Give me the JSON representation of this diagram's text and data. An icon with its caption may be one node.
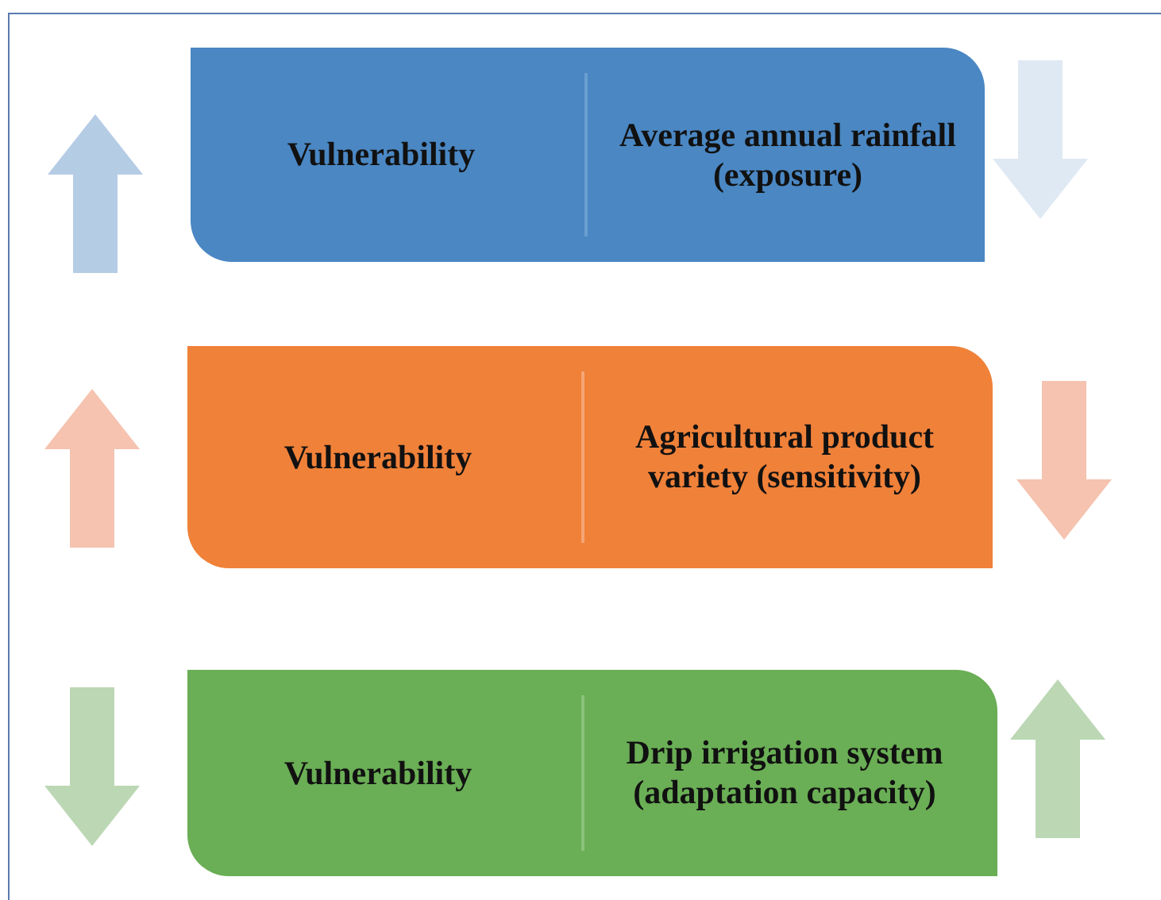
{
  "diagram": {
    "nodes": [
      {
        "text": [
          "Vulnerability",
          "Average annual rainfall (exposure)"
        ]
      },
      {
        "text": [
          "Vulnerability",
          "Agricultural product variety (sensitivity)"
        ]
      },
      {
        "text": [
          "Vulnerability",
          "Drip irrigation system (adaptation capacity)"
        ]
      }
    ]
  }
}
